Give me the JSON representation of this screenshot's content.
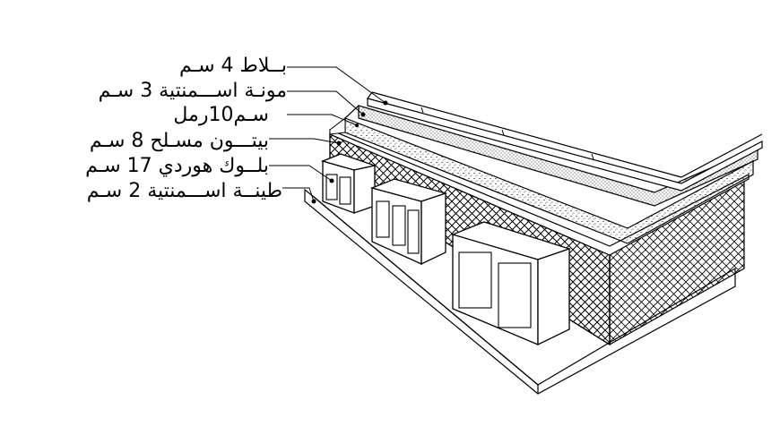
{
  "diagram": {
    "labels": [
      {
        "id": "tiles",
        "text": "بــلاط 4 سـم"
      },
      {
        "id": "cement-mortar",
        "text": "مونـة اســـمنتية 3 سـم"
      },
      {
        "id": "sand",
        "text": "سـم10رمل"
      },
      {
        "id": "reinforced-concrete",
        "text": "بيتـــون مسـلح 8 سـم"
      },
      {
        "id": "hourdi-block",
        "text": "بلــوك هوردي 17 سـم"
      },
      {
        "id": "cement-plaster",
        "text": "طينــة اســـمنتية 2 سـم"
      }
    ]
  },
  "colors": {
    "line": "#000000",
    "background": "#ffffff"
  }
}
